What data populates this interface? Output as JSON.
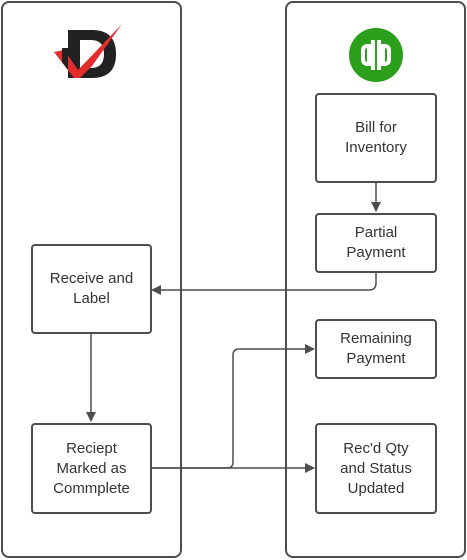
{
  "colors": {
    "line": "#4d4d4d",
    "text": "#333333",
    "qb_green": "#2ca01c",
    "dm_red": "#e32d2d",
    "dm_dark": "#222222"
  },
  "lanes": {
    "left": {
      "logo": "dm-logo"
    },
    "right": {
      "logo": "quickbooks-logo"
    }
  },
  "nodes": {
    "receive_label": "Receive and Label",
    "receipt_complete": "Reciept Marked as Commplete",
    "bill_inventory": "Bill for Inventory",
    "partial_payment": "Partial Payment",
    "remaining_payment": "Remaining Payment",
    "recd_qty": "Rec'd Qty and Status Updated"
  }
}
